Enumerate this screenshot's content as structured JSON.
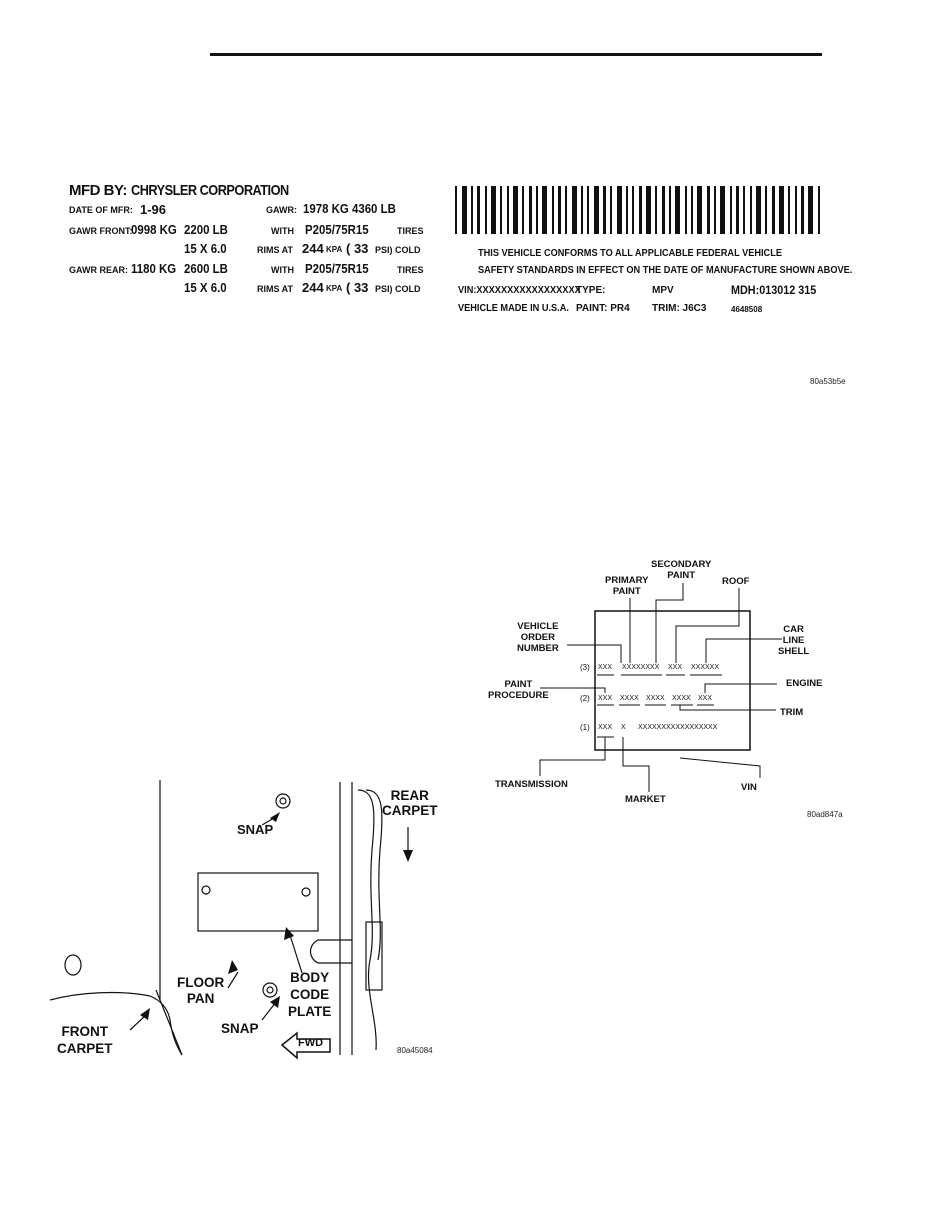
{
  "label_left": {
    "mfd_by": "MFD BY:",
    "manufacturer": "CHRYSLER CORPORATION",
    "date_of_mfr_label": "DATE OF MFR:",
    "date_of_mfr": "1-96",
    "gawr_label": "GAWR:",
    "gawr": "1978 KG 4360 LB",
    "gawr_front_label": "GAWR FRONT:",
    "gawr_front_kg": "0998 KG",
    "gawr_front_lb": "2200 LB",
    "with1": "WITH",
    "tire1": "P205/75R15",
    "tires1": "TIRES",
    "rim1": "15 X 6.0",
    "rims_at1": "RIMS AT",
    "kpa1": "244",
    "kpa_unit1": "KPA",
    "psi1": "( 33",
    "psi_cold1": "PSI) COLD",
    "gawr_rear_label": "GAWR REAR:",
    "gawr_rear_kg": "1180 KG",
    "gawr_rear_lb": "2600 LB",
    "with2": "WITH",
    "tire2": "P205/75R15",
    "tires2": "TIRES",
    "rim2": "15 X 6.0",
    "rims_at2": "RIMS AT",
    "kpa2": "244",
    "kpa_unit2": "KPA",
    "psi2": "( 33",
    "psi_cold2": "PSI) COLD"
  },
  "label_right": {
    "conform_line1": "THIS VEHICLE CONFORMS TO ALL APPLICABLE FEDERAL VEHICLE",
    "conform_line2": "SAFETY STANDARDS IN EFFECT ON THE DATE OF MANUFACTURE SHOWN ABOVE.",
    "vin": "VIN:XXXXXXXXXXXXXXXXX",
    "type_label": "TYPE:",
    "type": "MPV",
    "mdh": "MDH:013012  315",
    "made_in": "VEHICLE MADE IN  U.S.A.",
    "paint": "PAINT: PR4",
    "trim": "TRIM:  J6C3",
    "part_no": "4648508"
  },
  "fig1_code": "80a53b5e",
  "body_code": {
    "labels": {
      "secondary_paint": [
        "SECONDARY",
        "PAINT"
      ],
      "primary_paint": [
        "PRIMARY",
        "PAINT"
      ],
      "roof": "ROOF",
      "vehicle_order_number": [
        "VEHICLE",
        "ORDER",
        "NUMBER"
      ],
      "car_line_shell": [
        "CAR",
        "LINE",
        "SHELL"
      ],
      "paint_procedure": [
        "PAINT",
        "PROCEDURE"
      ],
      "engine": "ENGINE",
      "trim": "TRIM",
      "transmission": "TRANSMISSION",
      "market": "MARKET",
      "vin": "VIN"
    },
    "row3": {
      "num": "(3)",
      "a": "XXX",
      "b": "XXXXXXXX",
      "c": "XXX",
      "d": "XXXXXX"
    },
    "row2": {
      "num": "(2)",
      "a": "XXX",
      "b": "XXXX",
      "c": "XXXX",
      "d": "XXXX",
      "e": "XXX"
    },
    "row1": {
      "num": "(1)",
      "a": "XXX",
      "b": "X",
      "c": "XXXXXXXXXXXXXXXXX"
    },
    "code": "80ad847a"
  },
  "plate_location": {
    "snap_top": "SNAP",
    "rear_carpet": [
      "REAR",
      "CARPET"
    ],
    "floor_pan": [
      "FLOOR",
      "PAN"
    ],
    "body_code_plate": [
      "BODY",
      "CODE",
      "PLATE"
    ],
    "snap_bottom": "SNAP",
    "front_carpet": [
      "FRONT",
      "CARPET"
    ],
    "fwd": "FWD",
    "code": "80a45084"
  }
}
